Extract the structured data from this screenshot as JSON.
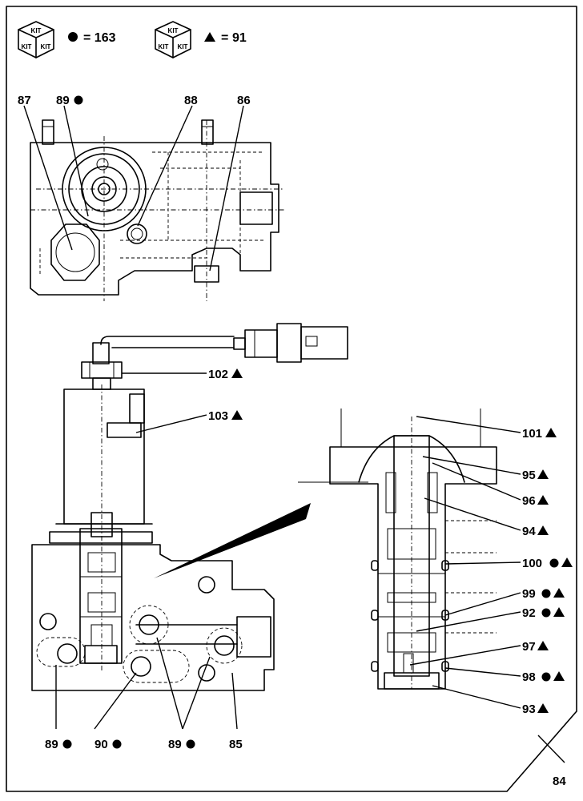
{
  "legend": {
    "kit_text": "KIT",
    "circle_value": "= 163",
    "triangle_value": "91"
  },
  "labels": {
    "l87": "87",
    "l89_top": "89",
    "l88": "88",
    "l86": "86",
    "l102": "102",
    "l103": "103",
    "l101": "101",
    "l95": "95",
    "l96": "96",
    "l94": "94",
    "l100": "100",
    "l99": "99",
    "l92": "92",
    "l97": "97",
    "l98": "98",
    "l93": "93",
    "l89_a": "89",
    "l90": "90",
    "l89_b": "89",
    "l85": "85",
    "l84": "84"
  },
  "icons": {
    "circle": "filled-circle-icon",
    "triangle": "filled-triangle-icon",
    "kit": "kit-box-icon"
  }
}
